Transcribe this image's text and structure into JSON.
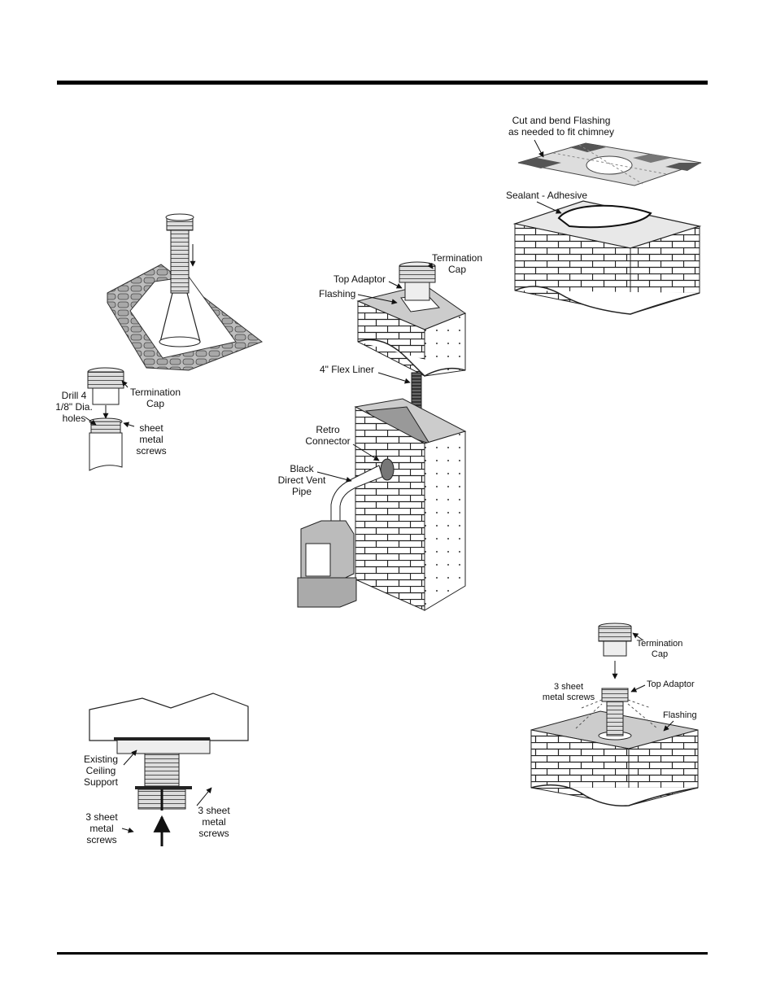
{
  "labels": {
    "cut_bend_flashing": "Cut and bend Flashing\nas needed to fit chimney",
    "sealant_adhesive": "Sealant - Adhesive",
    "termination_cap_main": "Termination\nCap",
    "top_adaptor_main": "Top Adaptor",
    "flashing_main": "Flashing",
    "flex_liner": "4\" Flex Liner",
    "retro_connector": "Retro\nConnector",
    "black_direct_vent_pipe": "Black\nDirect Vent\nPipe",
    "termination_cap_left": "Termination\nCap",
    "drill_holes": "Drill 4\n1/8\" Dia.\nholes",
    "sheet_metal_screws_left": "sheet\nmetal\nscrews",
    "existing_ceiling_support": "Existing\nCeiling\nSupport",
    "three_screws_left": "3 sheet\nmetal\nscrews",
    "three_screws_right": "3 sheet\nmetal\nscrews",
    "termination_cap_br": "Termination\nCap",
    "three_screws_br": "3 sheet\nmetal screws",
    "top_adaptor_br": "Top Adaptor",
    "flashing_br": "Flashing"
  }
}
